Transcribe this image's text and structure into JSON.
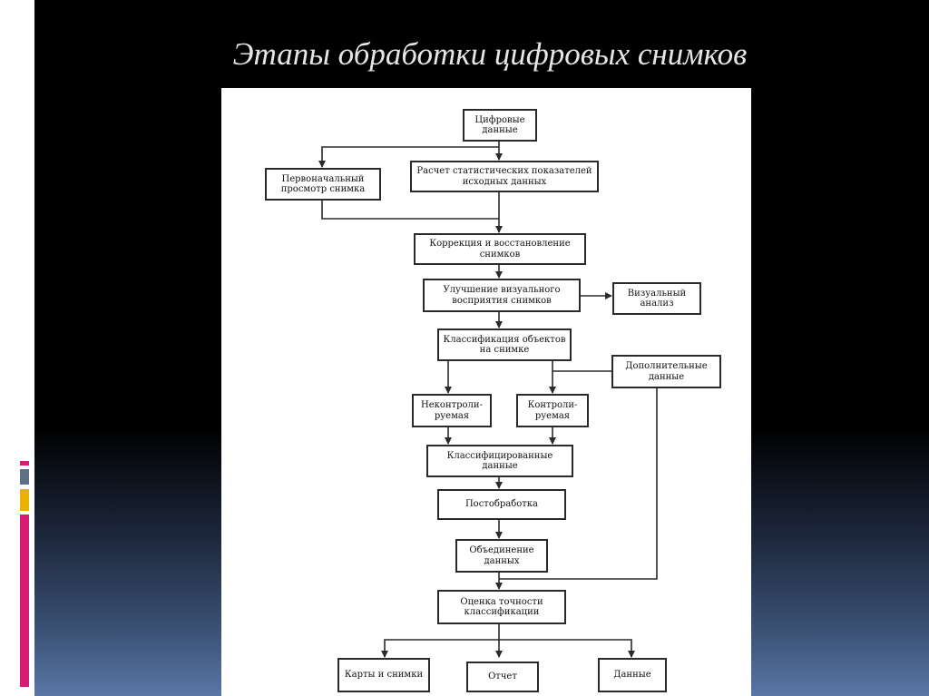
{
  "slide": {
    "title": "Этапы обработки цифровых снимков"
  },
  "diagram": {
    "boxes": {
      "digital_data": "Цифровые данные",
      "initial_view": "Первоначальный просмотр снимка",
      "statistics": "Расчет статистических показателей исходных данных",
      "correction": "Коррекция и восстановление снимков",
      "enhancement": "Улучшение визуального восприятия снимков",
      "visual_analysis": "Визуальный анализ",
      "classification": "Классификация объектов на снимке",
      "additional_data": "Дополнительные данные",
      "unsupervised": "Неконтроли-руемая",
      "supervised": "Контроли-руемая",
      "classified_data": "Классифицированные данные",
      "postprocessing": "Постобработка",
      "merging": "Объединение данных",
      "accuracy": "Оценка точности классификации",
      "maps": "Карты и снимки",
      "report": "Отчет",
      "data_out": "Данные"
    }
  },
  "colors": {
    "bg_top": "#000000",
    "bg_bottom": "#5a76a6",
    "title": "#e6e6e6",
    "accent_pink": "#d81b73",
    "accent_yellow": "#e8b400",
    "accent_slate": "#5f7186"
  }
}
